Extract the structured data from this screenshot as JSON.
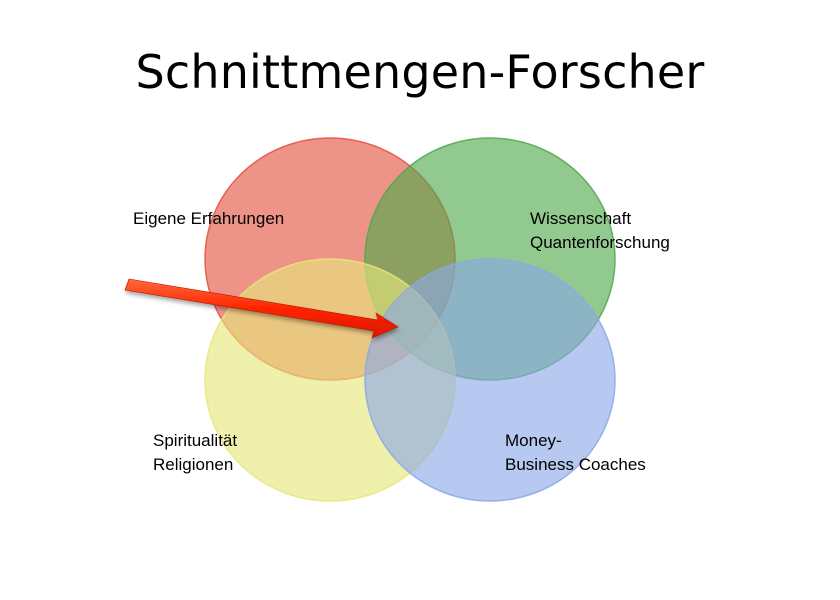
{
  "title": "Schnittmengen-Forscher",
  "circles": [
    {
      "id": "experience",
      "lines": [
        "Eigene Erfahrungen"
      ],
      "color": "#e4513f"
    },
    {
      "id": "science",
      "lines": [
        "Wissenschaft",
        "Quantenforschung"
      ],
      "color": "#4fa84a"
    },
    {
      "id": "spirituality",
      "lines": [
        "Spiritualität",
        "Religionen"
      ],
      "color": "#e6e67a"
    },
    {
      "id": "money",
      "lines": [
        "Money-",
        "Business Coaches"
      ],
      "color": "#8aa8e6"
    }
  ],
  "arrow": {
    "color": "#ff2a00",
    "points_to": "center intersection"
  }
}
